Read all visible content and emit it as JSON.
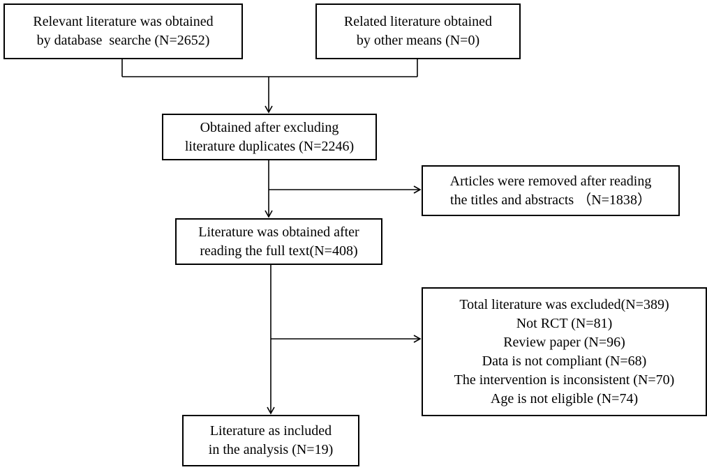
{
  "boxes": {
    "database_search": {
      "lines": [
        "Relevant literature was obtained",
        "by database  searche (N=2652)"
      ]
    },
    "other_means": {
      "lines": [
        "Related literature obtained",
        "by other means (N=0)"
      ]
    },
    "after_duplicates": {
      "lines": [
        "Obtained after excluding",
        "literature duplicates (N=2246)"
      ]
    },
    "removed_titles": {
      "lines": [
        "Articles were removed after reading",
        "the titles and abstracts （N=1838）"
      ]
    },
    "full_text": {
      "lines": [
        "Literature was obtained after",
        "reading the full text(N=408)"
      ]
    },
    "excluded": {
      "lines": [
        "Total literature was excluded(N=389)",
        "Not RCT (N=81)",
        "Review paper (N=96)",
        "Data is not compliant (N=68)",
        "The intervention is inconsistent (N=70)",
        "Age is not eligible (N=74)"
      ]
    },
    "included": {
      "lines": [
        "Literature as included",
        "in the analysis (N=19)"
      ]
    }
  },
  "colors": {
    "stroke": "#000000",
    "background": "#ffffff"
  }
}
